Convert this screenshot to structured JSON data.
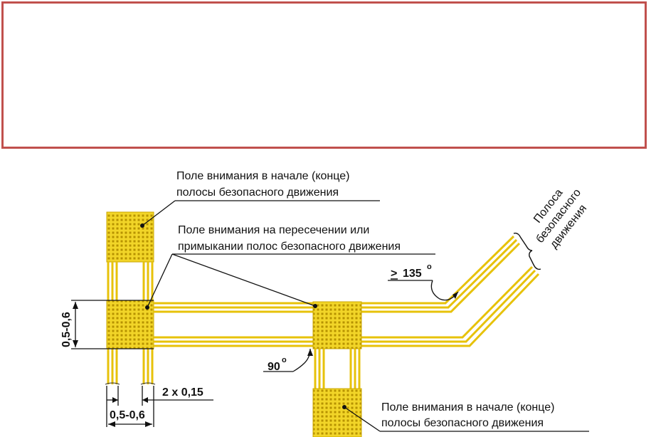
{
  "labels": {
    "field_start_top_line1": "Поле внимания в начале (конце)",
    "field_start_top_line2": "полосы безопасного движения",
    "field_intersection_line1": "Поле внимания на пересечении или",
    "field_intersection_line2": "примыкании полос безопасного движения",
    "field_start_bottom_line1": "Поле внимания в начале (конце)",
    "field_start_bottom_line2": "полосы безопасного движения",
    "strip_line1": "Полоса",
    "strip_line2": "безопасного",
    "strip_line3": "движения"
  },
  "dimensions": {
    "vertical_width": "0,5-0,6",
    "horizontal_width": "0,5-0,6",
    "stripe_count_width": "2 x 0,15",
    "angle_obtuse": "135",
    "angle_obtuse_sign": ">",
    "angle_right": "90",
    "degree_sign": "o"
  },
  "colors": {
    "tile_yellow": "#f2d528",
    "tile_dark": "#c9a600",
    "stripe_line": "#e7c20a",
    "banner_border": "#c0504d"
  }
}
